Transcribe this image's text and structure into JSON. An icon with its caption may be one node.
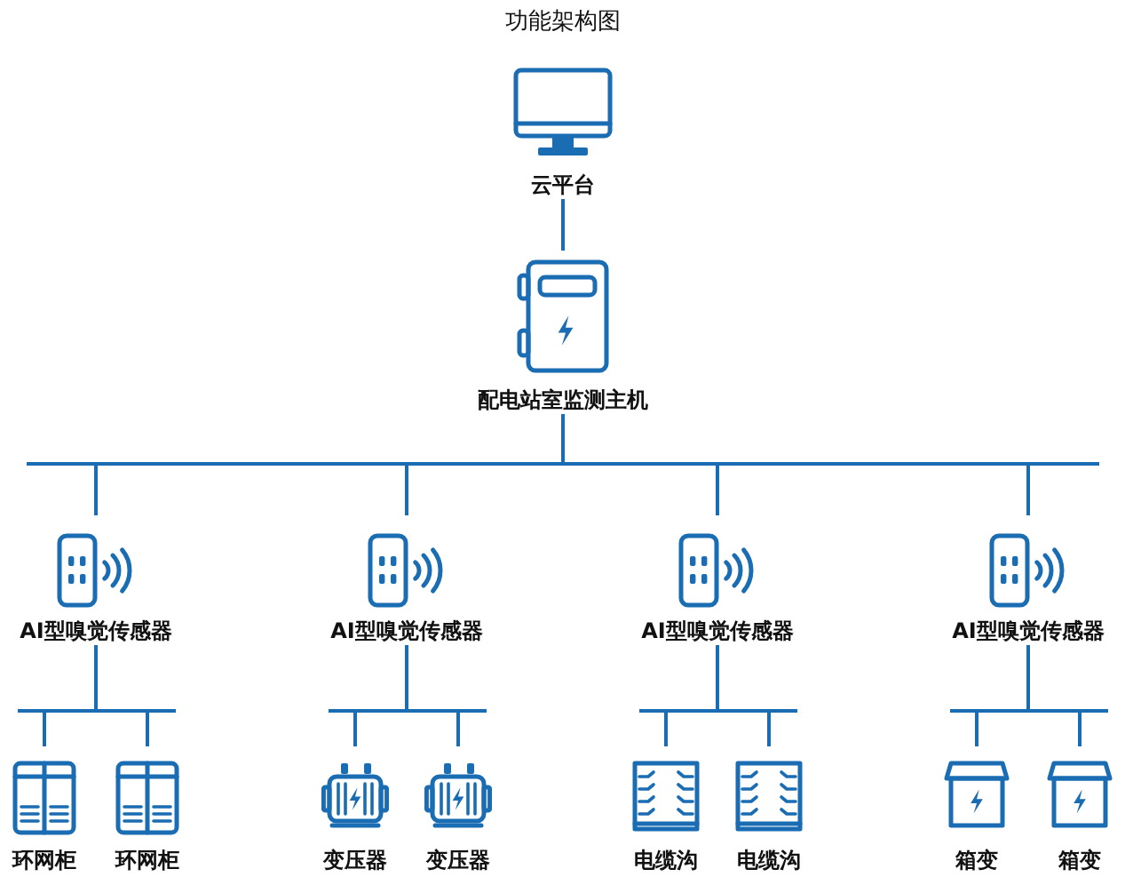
{
  "diagram": {
    "title": "功能架构图",
    "nodes": [
      {
        "text": [
          "云平台"
        ]
      },
      {
        "text": [
          "配电站室监测主机"
        ]
      },
      {
        "text": [
          "AI型嗅觉传感器"
        ]
      },
      {
        "text": [
          "AI型嗅觉传感器"
        ]
      },
      {
        "text": [
          "AI型嗅觉传感器"
        ]
      },
      {
        "text": [
          "AI型嗅觉传感器"
        ]
      },
      {
        "text": [
          "环网柜"
        ]
      },
      {
        "text": [
          "环网柜"
        ]
      },
      {
        "text": [
          "变压器"
        ]
      },
      {
        "text": [
          "变压器"
        ]
      },
      {
        "text": [
          "电缆沟"
        ]
      },
      {
        "text": [
          "电缆沟"
        ]
      },
      {
        "text": [
          "箱变"
        ]
      },
      {
        "text": [
          "箱变"
        ]
      }
    ],
    "edges": [
      {
        "from": 0,
        "to": 1,
        "arrow": "none"
      },
      {
        "from": 1,
        "to": 2,
        "arrow": "none"
      },
      {
        "from": 1,
        "to": 3,
        "arrow": "none"
      },
      {
        "from": 1,
        "to": 4,
        "arrow": "none"
      },
      {
        "from": 1,
        "to": 5,
        "arrow": "none"
      },
      {
        "from": 2,
        "to": 6,
        "arrow": "none"
      },
      {
        "from": 2,
        "to": 7,
        "arrow": "none"
      },
      {
        "from": 3,
        "to": 8,
        "arrow": "none"
      },
      {
        "from": 3,
        "to": 9,
        "arrow": "none"
      },
      {
        "from": 4,
        "to": 10,
        "arrow": "none"
      },
      {
        "from": 4,
        "to": 11,
        "arrow": "none"
      },
      {
        "from": 5,
        "to": 12,
        "arrow": "none"
      },
      {
        "from": 5,
        "to": 13,
        "arrow": "none"
      }
    ]
  }
}
